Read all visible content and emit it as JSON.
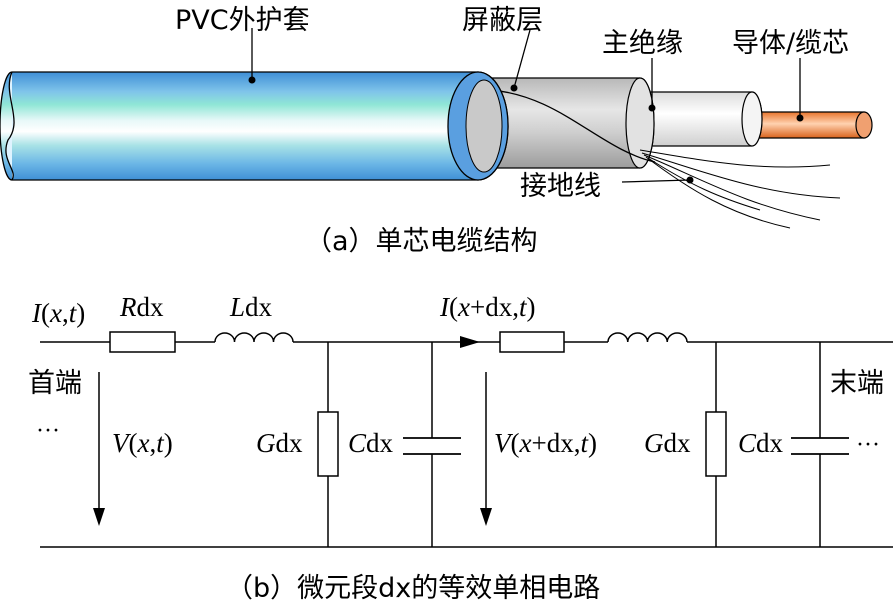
{
  "cable": {
    "pvc_label": "PVC外护套",
    "shield_label": "屏蔽层",
    "insulation_label": "主绝缘",
    "conductor_label": "导体/缆芯",
    "ground_label": "接地线",
    "caption": "（a）单芯电缆结构"
  },
  "circuit": {
    "caption": "（b）微元段dx的等效单相电路",
    "head_label": "首端",
    "head_ellipsis": "···",
    "tail_label": "末端",
    "tail_ellipsis": "···",
    "current_in": {
      "i": "I",
      "open": "(",
      "x": "x",
      "comma": ",",
      "t": "t",
      "close": ")"
    },
    "current_out": {
      "i": "I",
      "open": "(",
      "x": "x",
      "mid": "+dx,",
      "t": "t",
      "close": ")"
    },
    "voltage_in": {
      "v": "V",
      "open": "(",
      "x": "x",
      "comma": ",",
      "t": "t",
      "close": ")"
    },
    "voltage_out": {
      "v": "V",
      "open": "(",
      "x": "x",
      "mid": "+dx,",
      "t": "t",
      "close": ")"
    },
    "r_label": {
      "sym": "R",
      "dx": "dx"
    },
    "l_label": {
      "sym": "L",
      "dx": "dx"
    },
    "g1_label": {
      "sym": "G",
      "dx": "dx"
    },
    "c1_label": {
      "sym": "C",
      "dx": "dx"
    },
    "g2_label": {
      "sym": "G",
      "dx": "dx"
    },
    "c2_label": {
      "sym": "C",
      "dx": "dx"
    }
  },
  "colors": {
    "pvc_outer": "#3f8fd6",
    "pvc_mid": "#8fe0d8",
    "shield": "#c9c9c9",
    "insulation": "#f2f2f2",
    "conductor": "#e8742c"
  }
}
